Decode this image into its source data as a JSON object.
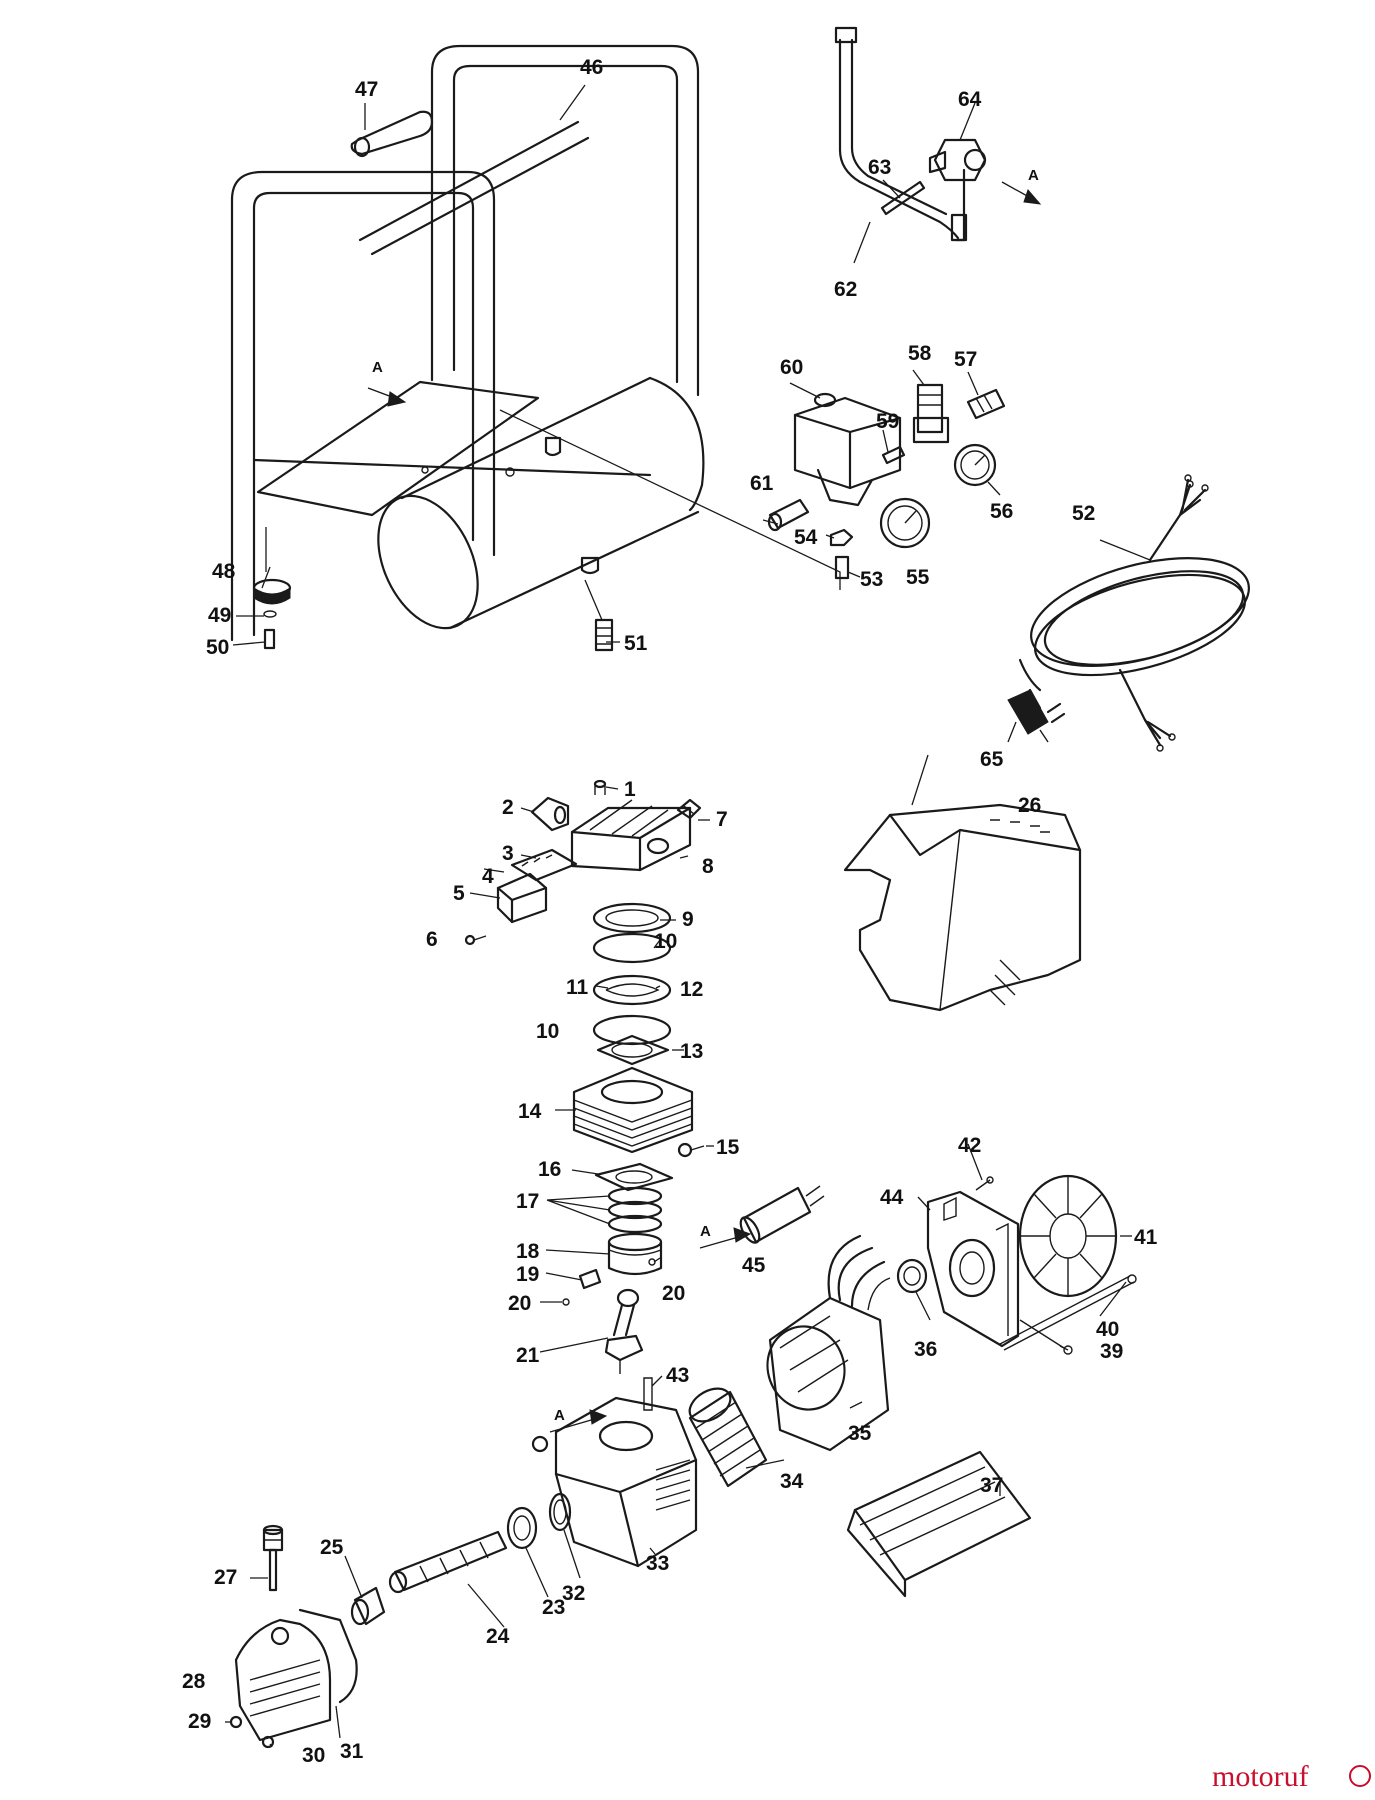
{
  "diagram": {
    "ref_marker": "A",
    "callouts": [
      "1",
      "2",
      "3",
      "4",
      "5",
      "6",
      "7",
      "8",
      "9",
      "10",
      "10",
      "11",
      "12",
      "13",
      "14",
      "15",
      "16",
      "17",
      "18",
      "19",
      "20",
      "20",
      "21",
      "23",
      "24",
      "25",
      "26",
      "27",
      "28",
      "29",
      "30",
      "31",
      "32",
      "33",
      "34",
      "35",
      "36",
      "37",
      "39",
      "40",
      "41",
      "42",
      "43",
      "44",
      "45",
      "46",
      "47",
      "48",
      "49",
      "50",
      "51",
      "52",
      "53",
      "54",
      "55",
      "56",
      "57",
      "58",
      "59",
      "60",
      "61",
      "62",
      "63",
      "64",
      "65"
    ]
  },
  "watermark": {
    "text": "motoruf",
    "color": "#c8102e"
  }
}
